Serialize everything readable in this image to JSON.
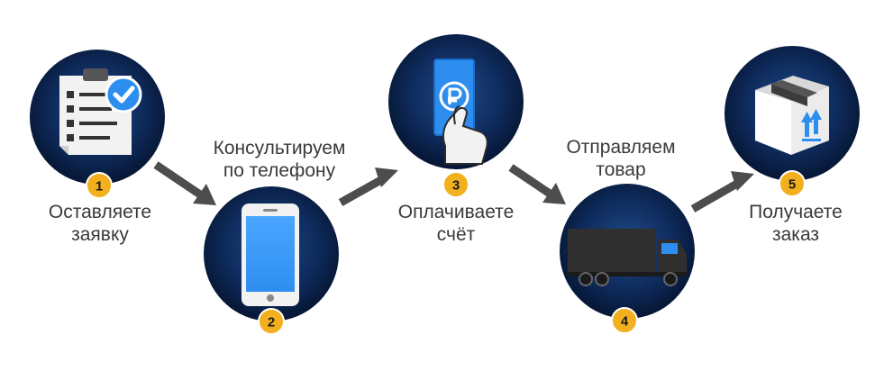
{
  "colors": {
    "circle_center": "#1f4a86",
    "circle_edge": "#061634",
    "badge": "#f2b01e",
    "arrow": "#4d4d4d",
    "accent_blue": "#2e8ef0",
    "text": "#3a3a3a"
  },
  "steps": [
    {
      "number": "1",
      "icon": "clipboard-checklist-icon",
      "label": [
        "Оставляете",
        "заявку"
      ]
    },
    {
      "number": "2",
      "icon": "smartphone-icon",
      "label": [
        "Консультируем",
        "по телефону"
      ]
    },
    {
      "number": "3",
      "icon": "hand-with-ruble-banknote-icon",
      "label": [
        "Оплачиваете",
        "счёт"
      ]
    },
    {
      "number": "4",
      "icon": "delivery-truck-icon",
      "label": [
        "Отправляем",
        "товар"
      ]
    },
    {
      "number": "5",
      "icon": "package-box-icon",
      "label": [
        "Получаете",
        "заказ"
      ]
    }
  ]
}
